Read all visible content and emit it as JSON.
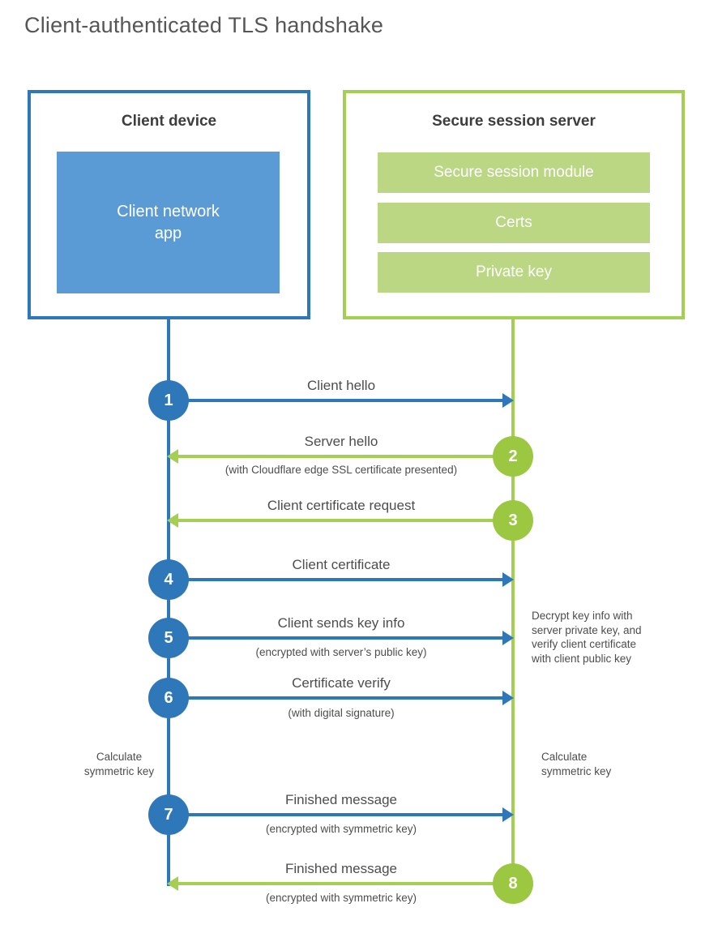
{
  "title": "Client-authenticated TLS handshake",
  "colors": {
    "client_blue": "#2e77b8",
    "client_fill_blue": "#5b9bd5",
    "server_green_line": "#a4cf52",
    "server_circle_green": "#9cc841",
    "server_fill_green": "#bcd783",
    "text_dark": "#4d4d4d"
  },
  "client_box": {
    "heading": "Client device",
    "app_label": "Client network\napp"
  },
  "server_box": {
    "heading": "Secure session server",
    "modules": [
      "Secure session module",
      "Certs",
      "Private key"
    ]
  },
  "messages": [
    {
      "step": "1",
      "direction": "client-to-server",
      "label": "Client hello",
      "note": ""
    },
    {
      "step": "2",
      "direction": "server-to-client",
      "label": "Server hello",
      "note": "(with Cloudflare edge SSL certificate presented)"
    },
    {
      "step": "3",
      "direction": "server-to-client",
      "label": "Client certificate request",
      "note": ""
    },
    {
      "step": "4",
      "direction": "client-to-server",
      "label": "Client certificate",
      "note": ""
    },
    {
      "step": "5",
      "direction": "client-to-server",
      "label": "Client sends key info",
      "note": "(encrypted with server’s public key)"
    },
    {
      "step": "6",
      "direction": "client-to-server",
      "label": "Certificate verify",
      "note": "(with digital signature)"
    },
    {
      "step": "7",
      "direction": "client-to-server",
      "label": "Finished message",
      "note": "(encrypted with symmetric key)"
    },
    {
      "step": "8",
      "direction": "server-to-client",
      "label": "Finished message",
      "note": "(encrypted with symmetric key)"
    }
  ],
  "side_notes": {
    "left_calculate": "Calculate\nsymmetric key",
    "right_calculate": "Calculate\nsymmetric key",
    "decrypt": "Decrypt key info with\nserver private key, and\nverify client certificate\nwith client public key"
  }
}
